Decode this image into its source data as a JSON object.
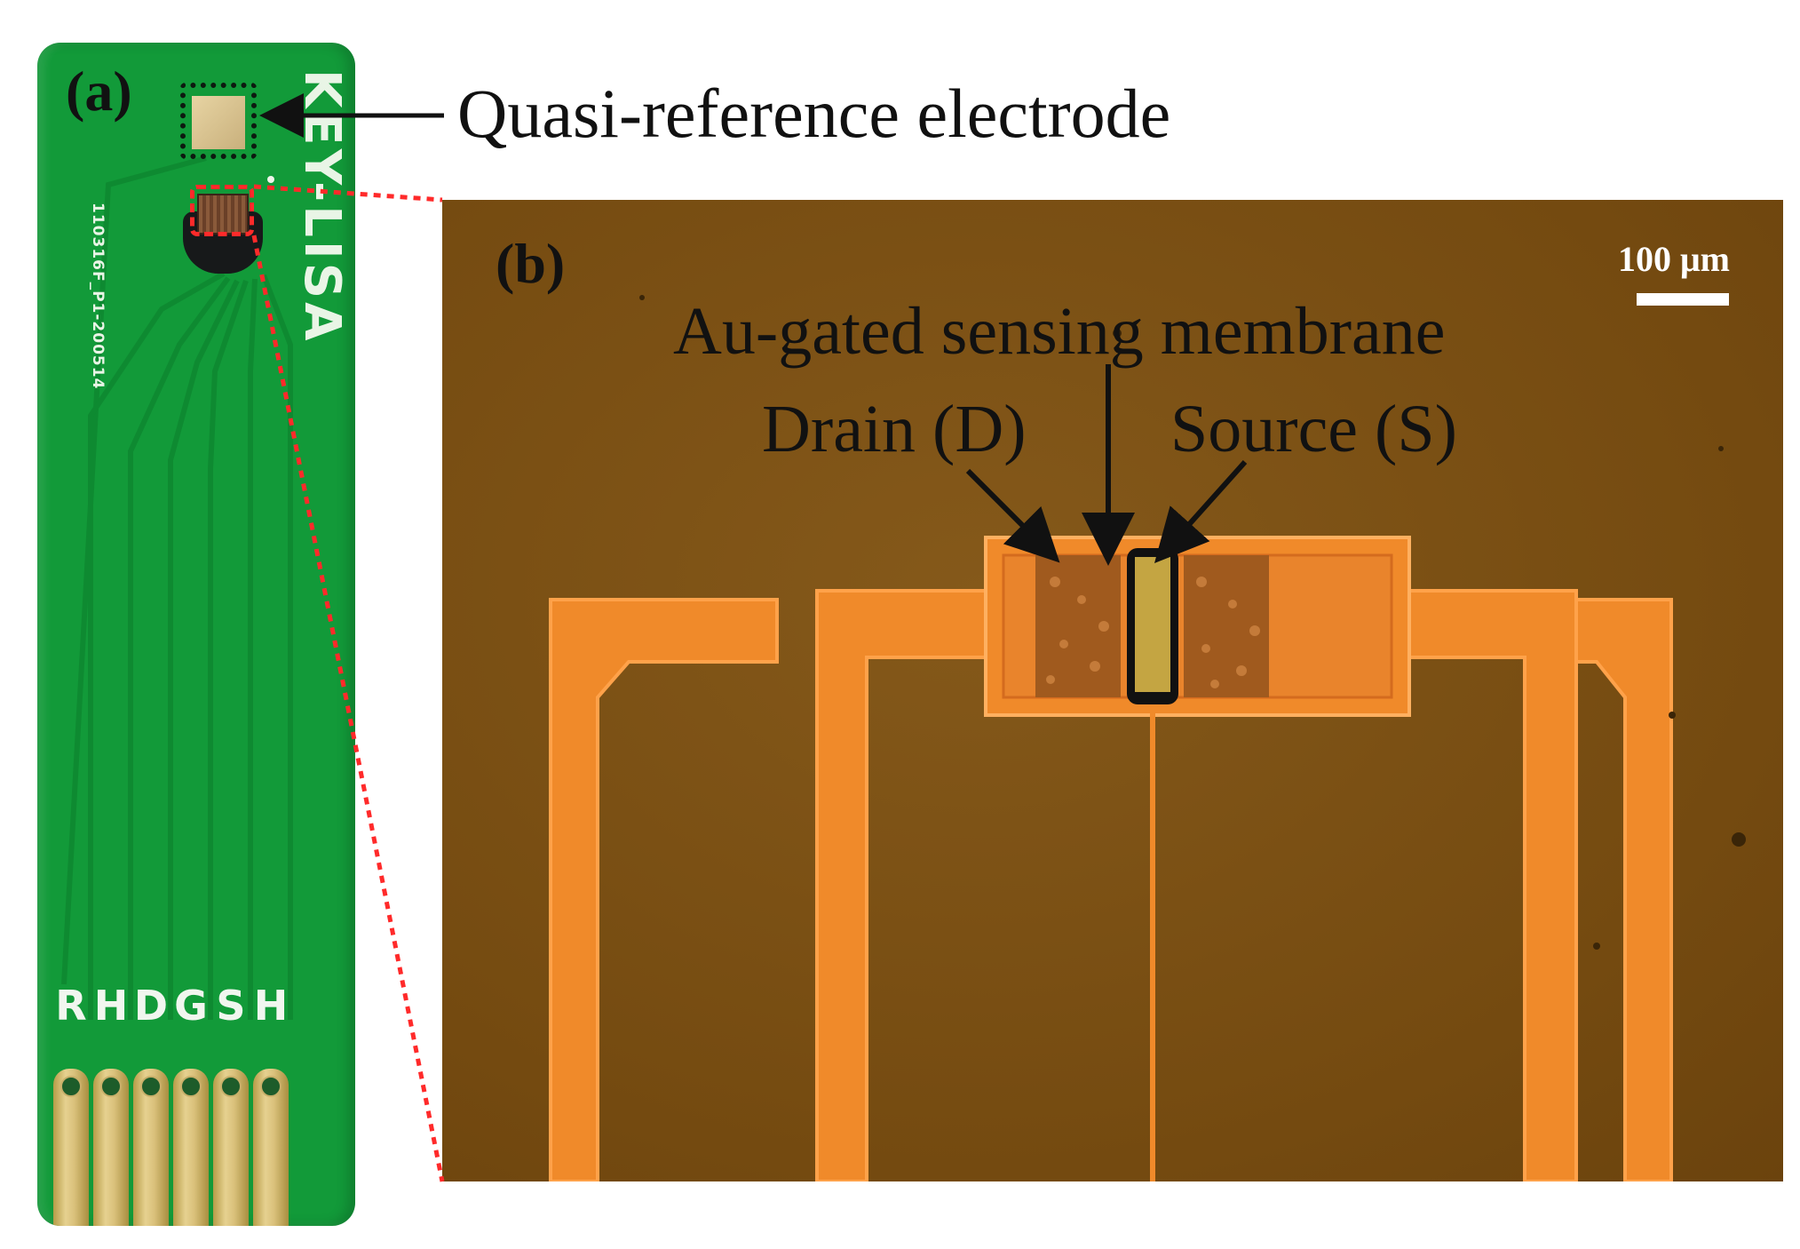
{
  "panel_a": {
    "label": "(a)",
    "brand_text": "KEY-LISA",
    "serial_text": "110316F_P1-200514",
    "pin_labels": [
      "R",
      "H",
      "D",
      "G",
      "S",
      "H"
    ],
    "callout": "Quasi-reference electrode"
  },
  "panel_b": {
    "label": "(b)",
    "scale_bar": "100 μm",
    "callouts": {
      "membrane": "Au-gated sensing membrane",
      "drain": "Drain (D)",
      "source": "Source (S)"
    }
  },
  "colors": {
    "pcb_green": "#129a39",
    "gold_pad": "#d9c07a",
    "substrate": "#7a4f12",
    "metal_trace": "#f08a2a",
    "highlight_red": "#ff2a2a"
  }
}
